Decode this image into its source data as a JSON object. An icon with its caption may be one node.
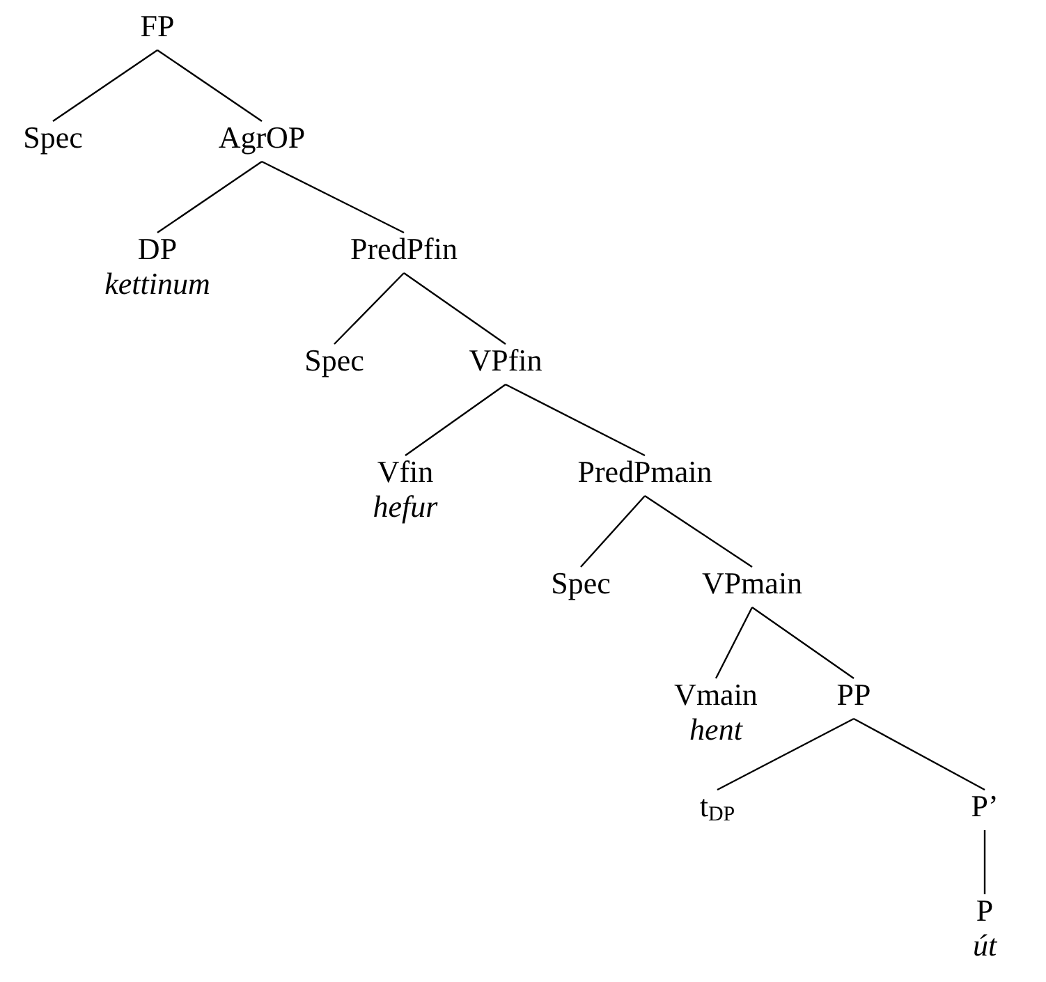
{
  "diagram": {
    "nodes": [
      {
        "text": [
          "FP"
        ]
      },
      {
        "text": [
          "Spec"
        ]
      },
      {
        "text": [
          "AgrOP"
        ]
      },
      {
        "text": [
          "DP",
          "kettinum"
        ]
      },
      {
        "text": [
          "PredPfin"
        ]
      },
      {
        "text": [
          "Spec"
        ]
      },
      {
        "text": [
          "VPfin"
        ]
      },
      {
        "text": [
          "Vfin",
          "hefur"
        ]
      },
      {
        "text": [
          "PredPmain"
        ]
      },
      {
        "text": [
          "Spec"
        ]
      },
      {
        "text": [
          "VPmain"
        ]
      },
      {
        "text": [
          "Vmain",
          "hent"
        ]
      },
      {
        "text": [
          "PP"
        ]
      },
      {
        "text": [
          "t$_{DP}$"
        ]
      },
      {
        "text": [
          "P’"
        ]
      },
      {
        "text": [
          "P",
          "út"
        ]
      }
    ],
    "edges": [
      {
        "from": 0,
        "to": 1,
        "arrow": "none"
      },
      {
        "from": 0,
        "to": 2,
        "arrow": "none"
      },
      {
        "from": 2,
        "to": 3,
        "arrow": "none"
      },
      {
        "from": 2,
        "to": 4,
        "arrow": "none"
      },
      {
        "from": 4,
        "to": 5,
        "arrow": "none"
      },
      {
        "from": 4,
        "to": 6,
        "arrow": "none"
      },
      {
        "from": 6,
        "to": 7,
        "arrow": "none"
      },
      {
        "from": 6,
        "to": 8,
        "arrow": "none"
      },
      {
        "from": 8,
        "to": 9,
        "arrow": "none"
      },
      {
        "from": 8,
        "to": 10,
        "arrow": "none"
      },
      {
        "from": 10,
        "to": 11,
        "arrow": "none"
      },
      {
        "from": 10,
        "to": 12,
        "arrow": "none"
      },
      {
        "from": 12,
        "to": 13,
        "arrow": "none"
      },
      {
        "from": 12,
        "to": 14,
        "arrow": "none"
      },
      {
        "from": 14,
        "to": 15,
        "arrow": "none"
      }
    ]
  }
}
